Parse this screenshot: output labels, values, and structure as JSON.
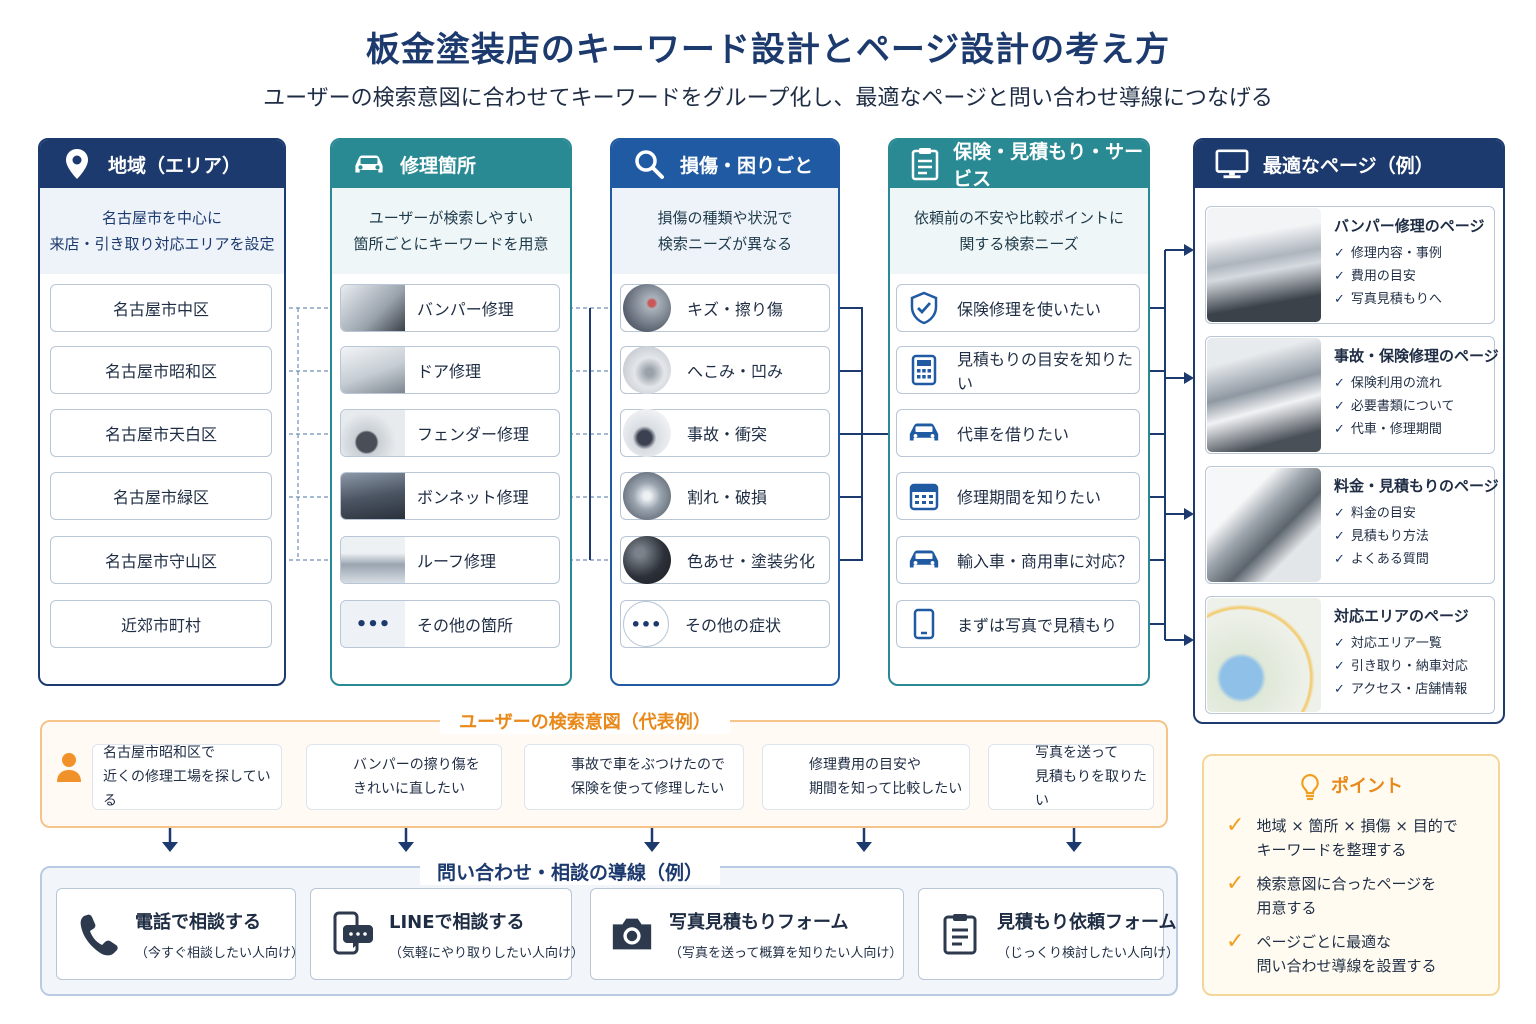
{
  "title": "板金塗装店のキーワード設計とページ設計の考え方",
  "subtitle": "ユーザーの検索意図に合わせてキーワードをグループ化し、最適なページと問い合わせ導線につなげる",
  "columns": {
    "area": {
      "heading": "地域（エリア）",
      "desc1": "名古屋市を中心に",
      "desc2": "来店・引き取り対応エリアを設定",
      "items": [
        "名古屋市中区",
        "名古屋市昭和区",
        "名古屋市天白区",
        "名古屋市緑区",
        "名古屋市守山区",
        "近郊市町村"
      ]
    },
    "parts": {
      "heading": "修理箇所",
      "desc1": "ユーザーが検索しやすい",
      "desc2": "箇所ごとにキーワードを用意",
      "items": [
        "バンパー修理",
        "ドア修理",
        "フェンダー修理",
        "ボンネット修理",
        "ルーフ修理",
        "その他の箇所"
      ]
    },
    "damage": {
      "heading": "損傷・困りごと",
      "desc1": "損傷の種類や状況で",
      "desc2": "検索ニーズが異なる",
      "items": [
        "キズ・擦り傷",
        "へこみ・凹み",
        "事故・衝突",
        "割れ・破損",
        "色あせ・塗装劣化",
        "その他の症状"
      ]
    },
    "service": {
      "heading": "保険・見積もり・サービス",
      "desc1": "依頼前の不安や比較ポイントに",
      "desc2": "関する検索ニーズ",
      "items": [
        "保険修理を使いたい",
        "見積もりの目安を知りたい",
        "代車を借りたい",
        "修理期間を知りたい",
        "輸入車・商用車に対応？",
        "まずは写真で見積もり"
      ],
      "icons": [
        "shield-check-icon",
        "calculator-icon",
        "car-icon",
        "calendar-icon",
        "car-icon",
        "smartphone-icon"
      ]
    },
    "pages": {
      "heading": "最適なページ（例）",
      "cards": [
        {
          "title": "バンパー修理のページ",
          "items": [
            "修理内容・事例",
            "費用の目安",
            "写真見積もりへ"
          ]
        },
        {
          "title": "事故・保険修理のページ",
          "items": [
            "保険利用の流れ",
            "必要書類について",
            "代車・修理期間"
          ]
        },
        {
          "title": "料金・見積もりのページ",
          "items": [
            "料金の目安",
            "見積もり方法",
            "よくある質問"
          ]
        },
        {
          "title": "対応エリアのページ",
          "items": [
            "対応エリア一覧",
            "引き取り・納車対応",
            "アクセス・店舗情報"
          ]
        }
      ]
    }
  },
  "intents": {
    "title": "ユーザーの検索意図（代表例）",
    "items": [
      {
        "line1": "名古屋市昭和区で",
        "line2": "近くの修理工場を探している"
      },
      {
        "line1": "バンパーの擦り傷を",
        "line2": "きれいに直したい"
      },
      {
        "line1": "事故で車をぶつけたので",
        "line2": "保険を使って修理したい"
      },
      {
        "line1": "修理費用の目安や",
        "line2": "期間を知って比較したい"
      },
      {
        "line1": "写真を送って",
        "line2": "見積もりを取りたい"
      }
    ]
  },
  "contact": {
    "title": "問い合わせ・相談の導線（例）",
    "items": [
      {
        "main": "電話で相談する",
        "sub": "（今すぐ相談したい人向け）"
      },
      {
        "main": "LINEで相談する",
        "sub": "（気軽にやり取りしたい人向け）"
      },
      {
        "main": "写真見積もりフォーム",
        "sub": "（写真を送って概算を知りたい人向け）"
      },
      {
        "main": "見積もり依頼フォーム",
        "sub": "（じっくり検討したい人向け）"
      }
    ]
  },
  "point": {
    "title": "ポイント",
    "items": [
      {
        "line1": "地域 × 箇所 × 損傷 × 目的で",
        "line2": "キーワードを整理する"
      },
      {
        "line1": "検索意図に合ったページを",
        "line2": "用意する"
      },
      {
        "line1": "ページごとに最適な",
        "line2": "問い合わせ導線を設置する"
      }
    ]
  },
  "colors": {
    "navy": "#1c3a6e",
    "teal": "#2a8a94",
    "blue": "#1f5aa3",
    "orange": "#e8891a",
    "check": "#f0a020"
  }
}
